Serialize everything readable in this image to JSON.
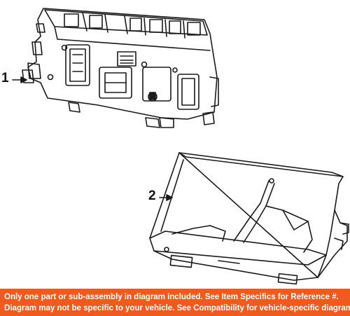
{
  "callouts": [
    {
      "label": "1"
    },
    {
      "label": "2"
    }
  ],
  "footer": {
    "line1": "Only one part or sub-assembly in diagram included. See Item Specifics for Reference #.",
    "line2": "Diagram may not be specific to your vehicle. See Compatibility for vehicle-specific diagrams."
  },
  "colors": {
    "footer_background": "#f05a1e",
    "footer_text": "#ffffff",
    "line_art": "#1a1a1a"
  }
}
